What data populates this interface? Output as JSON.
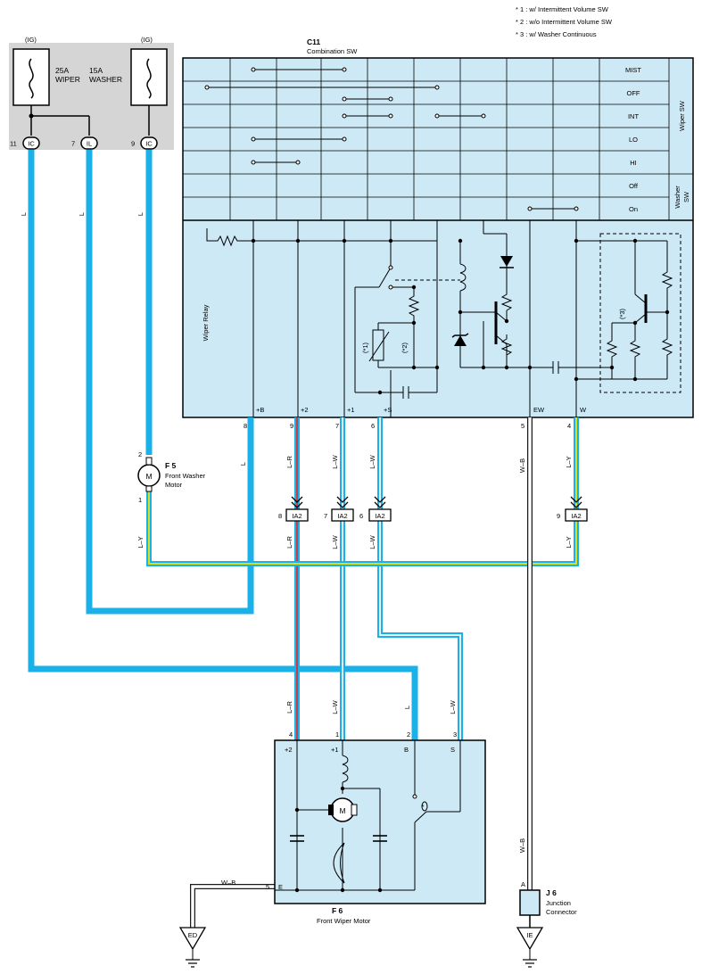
{
  "notes": [
    "* 1 : w/ Intermittent Volume SW",
    "* 2 : w/o Intermittent Volume SW",
    "* 3 : w/ Washer Continuous"
  ],
  "fuse_box": {
    "ig_left": "(IG)",
    "ig_right": "(IG)",
    "fuse1_amp": "25A",
    "fuse1_name": "WIPER",
    "fuse2_amp": "15A",
    "fuse2_name": "WASHER",
    "pins": [
      {
        "num": "11",
        "label": "IC"
      },
      {
        "num": "7",
        "label": "IL"
      },
      {
        "num": "9",
        "label": "IC"
      }
    ]
  },
  "combination_sw": {
    "id": "C11",
    "name": "Combination SW",
    "wiper_positions": [
      "MIST",
      "OFF",
      "INT",
      "LO",
      "HI"
    ],
    "washer_positions": [
      "Off",
      "On"
    ],
    "wiper_group": "Wiper SW",
    "washer_group_1": "Washer",
    "washer_group_2": "SW",
    "relay_label": "Wiper Relay",
    "note1": "(*1)",
    "note2": "(*2)",
    "note3": "(*3)",
    "terminals": [
      {
        "label": "+B",
        "pin": "8"
      },
      {
        "label": "+2",
        "pin": "9"
      },
      {
        "label": "+1",
        "pin": "7"
      },
      {
        "label": "+S",
        "pin": "6"
      },
      {
        "label": "EW",
        "pin": "5"
      },
      {
        "label": "W",
        "pin": "4"
      }
    ]
  },
  "washer_motor": {
    "id": "F 5",
    "name1": "Front Washer",
    "name2": "Motor",
    "symbol": "M",
    "pin_top": "2",
    "pin_bottom": "1"
  },
  "ia2": {
    "label": "IA2",
    "pins": [
      "8",
      "7",
      "6",
      "9"
    ]
  },
  "wire_colors": {
    "l": "L",
    "lr": "L–R",
    "lw": "L–W",
    "ly": "L–Y",
    "wb": "W–B"
  },
  "wiper_motor": {
    "id": "F 6",
    "name": "Front Wiper Motor",
    "symbol": "M",
    "star": "*",
    "terminals": [
      {
        "label": "+2",
        "pin": "4"
      },
      {
        "label": "+1",
        "pin": "1"
      },
      {
        "label": "B",
        "pin": "2"
      },
      {
        "label": "S",
        "pin": "3"
      },
      {
        "label": "E",
        "pin": "5"
      }
    ]
  },
  "junction": {
    "id": "J 6",
    "name1": "Junction",
    "name2": "Connector",
    "pin": "A"
  },
  "grounds": [
    "ED",
    "IE"
  ],
  "colors": {
    "panel_blue": "#cde9f6",
    "wire_blue": "#1ab0e8",
    "wire_red": "#e03030",
    "wire_yellow": "#f2e400",
    "wire_gray": "#9a9a9a",
    "fuse_gray": "#d5d5d5"
  }
}
